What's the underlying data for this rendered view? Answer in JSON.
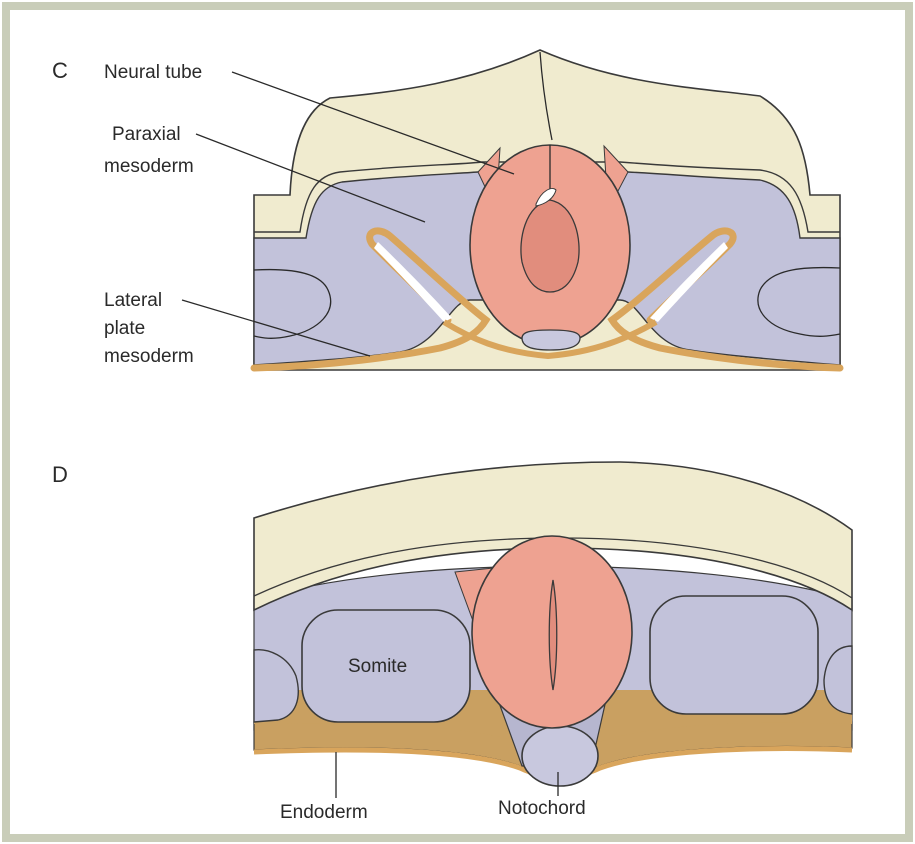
{
  "panels": {
    "c": {
      "letter": "C",
      "labels": {
        "neural_tube": "Neural tube",
        "paraxial_1": "Paraxial",
        "paraxial_2": "mesoderm",
        "lateral_1": "Lateral",
        "lateral_2": "plate",
        "lateral_3": "mesoderm"
      }
    },
    "d": {
      "letter": "D",
      "labels": {
        "somite": "Somite",
        "endoderm": "Endoderm",
        "notochord": "Notochord"
      }
    }
  },
  "colors": {
    "frame": "#c9cdb9",
    "ectoderm": "#f0ebcf",
    "mesoderm": "#c2c2da",
    "neural_tube": "#eea291",
    "neural_lumen": "#e18d7d",
    "endoderm_band": "#c9a061",
    "endoderm_line": "#d9a55c",
    "notochord": "#c8c8de"
  }
}
